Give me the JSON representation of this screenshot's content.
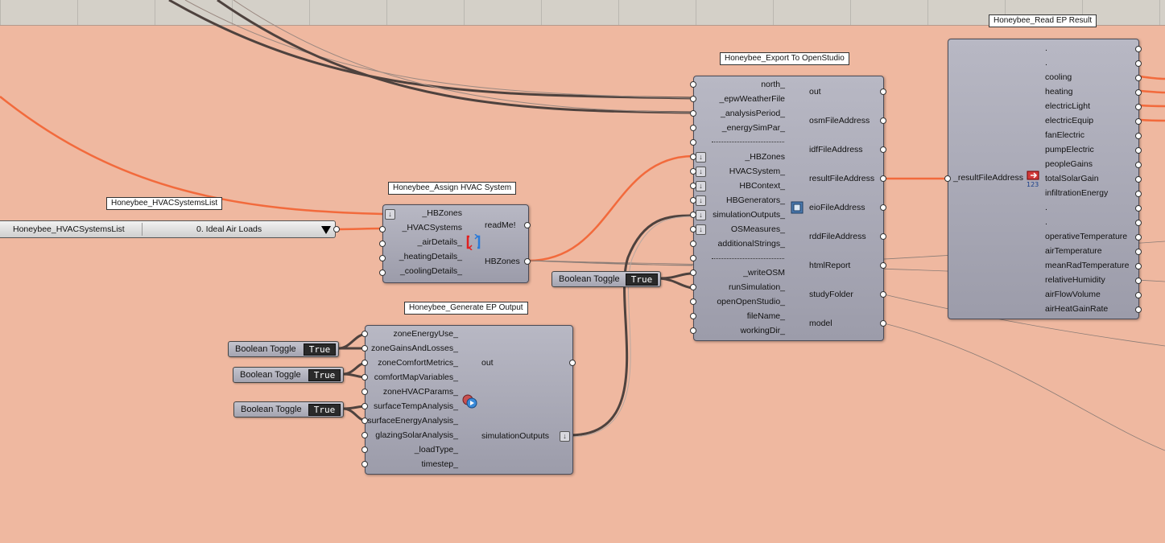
{
  "hvac_list_component": {
    "title": "Honeybee_HVACSystemsList",
    "name": "Honeybee_HVACSystemsList",
    "selected_value": "0. Ideal Air Loads",
    "dropdown_icon": "triangle-down-icon"
  },
  "assign_hvac": {
    "title": "Honeybee_Assign HVAC System",
    "inputs": [
      "_HBZones",
      "_HVACSystems",
      "_airDetails_",
      "_heatingDetails_",
      "_coolingDetails_"
    ],
    "outputs": [
      "readMe!",
      "HBZones"
    ],
    "icon": "hvac-refresh-icon"
  },
  "export_os": {
    "title": "Honeybee_Export To OpenStudio",
    "inputs_top": [
      "north_",
      "_epwWeatherFile",
      "_analysisPeriod_",
      "_energySimPar_"
    ],
    "inputs_mid": [
      "_HBZones",
      "HVACSystem_",
      "HBContext_",
      "HBGenerators_",
      "simulationOutputs_",
      "OSMeasures_",
      "additionalStrings_"
    ],
    "inputs_bottom": [
      "_writeOSM",
      "runSimulation_",
      "openOpenStudio_",
      "fileName_",
      "workingDir_"
    ],
    "outputs": [
      "out",
      "osmFileAddress",
      "idfFileAddress",
      "resultFileAddress",
      "eioFileAddress",
      "rddFileAddress",
      "htmlReport",
      "studyFolder",
      "model"
    ],
    "icon": "openstudio-icon"
  },
  "read_ep": {
    "title": "Honeybee_Read EP Result",
    "input": "_resultFileAddress",
    "outputs": [
      ".",
      ".",
      "cooling",
      "heating",
      "electricLight",
      "electricEquip",
      "fanElectric",
      "pumpElectric",
      "peopleGains",
      "totalSolarGain",
      "infiltrationEnergy",
      ".",
      ".",
      "operativeTemperature",
      "airTemperature",
      "meanRadTemperature",
      "relativeHumidity",
      "airFlowVolume",
      "airHeatGainRate"
    ],
    "icon": "read-results-icon"
  },
  "gen_output": {
    "title": "Honeybee_Generate EP Output",
    "inputs": [
      "zoneEnergyUse_",
      "zoneGainsAndLosses_",
      "zoneComfortMetrics_",
      "comfortMapVariables_",
      "zoneHVACParams_",
      "surfaceTempAnalysis_",
      "surfaceEnergyAnalysis_",
      "glazingSolarAnalysis_",
      "_loadType_",
      "timestep_"
    ],
    "outputs": [
      "out",
      "simulationOutputs"
    ],
    "icon": "ep-output-icon"
  },
  "toggles": [
    {
      "label": "Boolean Toggle",
      "value": "True"
    },
    {
      "label": "Boolean Toggle",
      "value": "True"
    },
    {
      "label": "Boolean Toggle",
      "value": "True"
    },
    {
      "label": "Boolean Toggle",
      "value": "True"
    }
  ],
  "colors": {
    "canvas": "#efb8a0",
    "wire_orange": "#f26a3c",
    "wire_dark": "#5a4a44",
    "component": "#a8a8b6"
  }
}
